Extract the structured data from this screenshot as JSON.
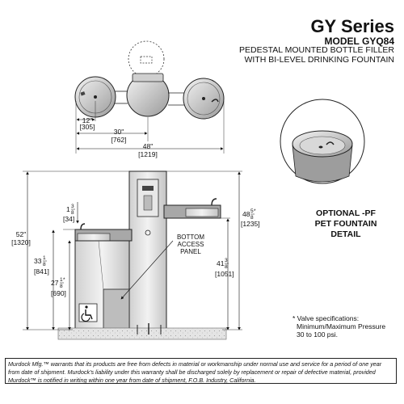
{
  "header": {
    "series": "GY Series",
    "model": "MODEL GYQ84",
    "desc_line1": "PEDESTAL MOUNTED BOTTLE FILLER",
    "desc_line2": "WITH BI-LEVEL DRINKING FOUNTAIN"
  },
  "top_view": {
    "dim_12": "12\"",
    "dim_12_mm": "[305]",
    "dim_30": "30\"",
    "dim_30_mm": "[762]",
    "dim_48": "48\"",
    "dim_48_mm": "[1219]"
  },
  "front_view": {
    "dim_52": "52\"",
    "dim_52_mm": "[1320]",
    "dim_1_3_8_whole": "1",
    "dim_1_3_8_num": "3",
    "dim_1_3_8_den": "8",
    "dim_1_3_8_mm": "[34]",
    "dim_33_whole": "33",
    "dim_33_num": "1",
    "dim_33_den": "8",
    "dim_33_mm": "[841]",
    "dim_27_whole": "27",
    "dim_27_num": "1",
    "dim_27_den": "8",
    "dim_27_star": "*",
    "dim_27_mm": "[690]",
    "dim_48_whole": "48",
    "dim_48_num": "5",
    "dim_48_den": "8",
    "dim_48_star": "*",
    "dim_48_mm": "[1235]",
    "dim_41_whole": "41",
    "dim_41_num": "3",
    "dim_41_den": "8",
    "dim_41_mm": "[1051]",
    "access_panel_line1": "BOTTOM",
    "access_panel_line2": "ACCESS",
    "access_panel_line3": "PANEL"
  },
  "optional": {
    "line1": "OPTIONAL -PF",
    "line2": "PET FOUNTAIN",
    "line3": "DETAIL"
  },
  "valve_note": {
    "line1": "* Valve specifications:",
    "line2": "Minimum/Maximum Pressure",
    "line3": "30 to 100 psi."
  },
  "warranty": "Murdock Mfg.™ warrants that its products are free from defects in material or workmanship under normal use and service for a period of one year from date of shipment. Murdock's liability under this warranty shall be discharged solely by replacement or repair of defective material, provided Murdock™ is notified in writing within one year from date of shipment, F.O.B. Industry, California."
}
